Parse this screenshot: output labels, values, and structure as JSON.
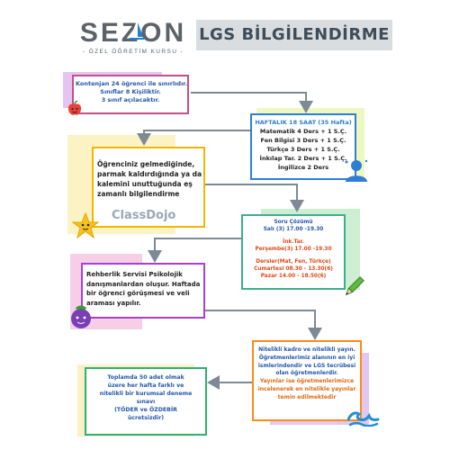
{
  "header": {
    "logo_text": "SEZON",
    "logo_subtitle": "- ÖZEL ÖĞRETİM KURSU -",
    "title": "LGS BİLGİLENDİRME"
  },
  "box_capacity": {
    "lines": [
      "Kontenjan 24 öğrenci ile sınırlıdır.",
      "Sınıflar 8 Kişiliktir.",
      "3 sınıf açılacaktır."
    ]
  },
  "box_schedule": {
    "header": "HAFTALIK 18 SAAT (35 Hafta)",
    "lines": [
      "Matematik 4 Ders + 1 S.Ç.",
      "Fen Bilgisi  3 Ders + 1 S.Ç.",
      "Türkçe 3 Ders + 1 S.Ç.",
      "İnkılap Tar. 2 Ders + 1 S.Ç.",
      "İngilizce 2 Ders"
    ]
  },
  "box_classdojo": {
    "lines": [
      "Öğrenciniz gelmediğinde,",
      "parmak kaldırdığında ya da",
      "kalemini unuttuğunda eş",
      "zamanlı bilgilendirme"
    ],
    "brand": "ClassDojo"
  },
  "box_questions": {
    "title": "Soru Çözümü",
    "line1": "Salı (3) 17.00 -19.30",
    "line2": "İnk.Tar.",
    "line3": "Perşembe(3) 17.00 -19.30",
    "line4": "Dersler(Mat, Fen, Türkçe)",
    "line5": "Cumartesi 08.30 - 13.30(6)",
    "line6": "Pazar 14.00 - 18.50(6)"
  },
  "box_guidance": {
    "lines": [
      "Rehberlik Servisi Psikolojik",
      "danışmanlardan oluşur. Haftada",
      "bir öğrenci görüşmesi ve veli",
      "araması yapılır."
    ]
  },
  "box_teachers": {
    "lines_blue": [
      "Nitelikli kadro ve nitelikli yayın.",
      "Öğretmenlerimiz alanının en iyi",
      "ismlerindendir ve LGS tecrübesi",
      "olan öğretmenlerdir."
    ],
    "lines_orange": [
      "Yayınlar ise öğretmenlerimizce",
      "incelenerek en nitelikle yayınlar",
      "temin edilmektedir"
    ]
  },
  "box_exams": {
    "lines": [
      "Toplamda 50 adet olmak",
      "üzere her hafta farklı ve",
      "nitelikli bir kurumsal deneme",
      "sınavı",
      "(TÖDER ve ÖZDEBİR",
      "ücretsizdir)"
    ]
  },
  "colors": {
    "magenta": "#c2508a",
    "blue": "#2d7fd6",
    "yellow": "#f5b400",
    "teal": "#3ab08c",
    "purple": "#a93fd8",
    "orange": "#ff8a1a",
    "green": "#2fb06e",
    "arrow": "#7d8a96"
  },
  "icons": [
    "apple-icon",
    "student-icon",
    "star-icon",
    "pencil-icon",
    "eggplant-icon",
    "wave-icon",
    "sail-icon"
  ]
}
